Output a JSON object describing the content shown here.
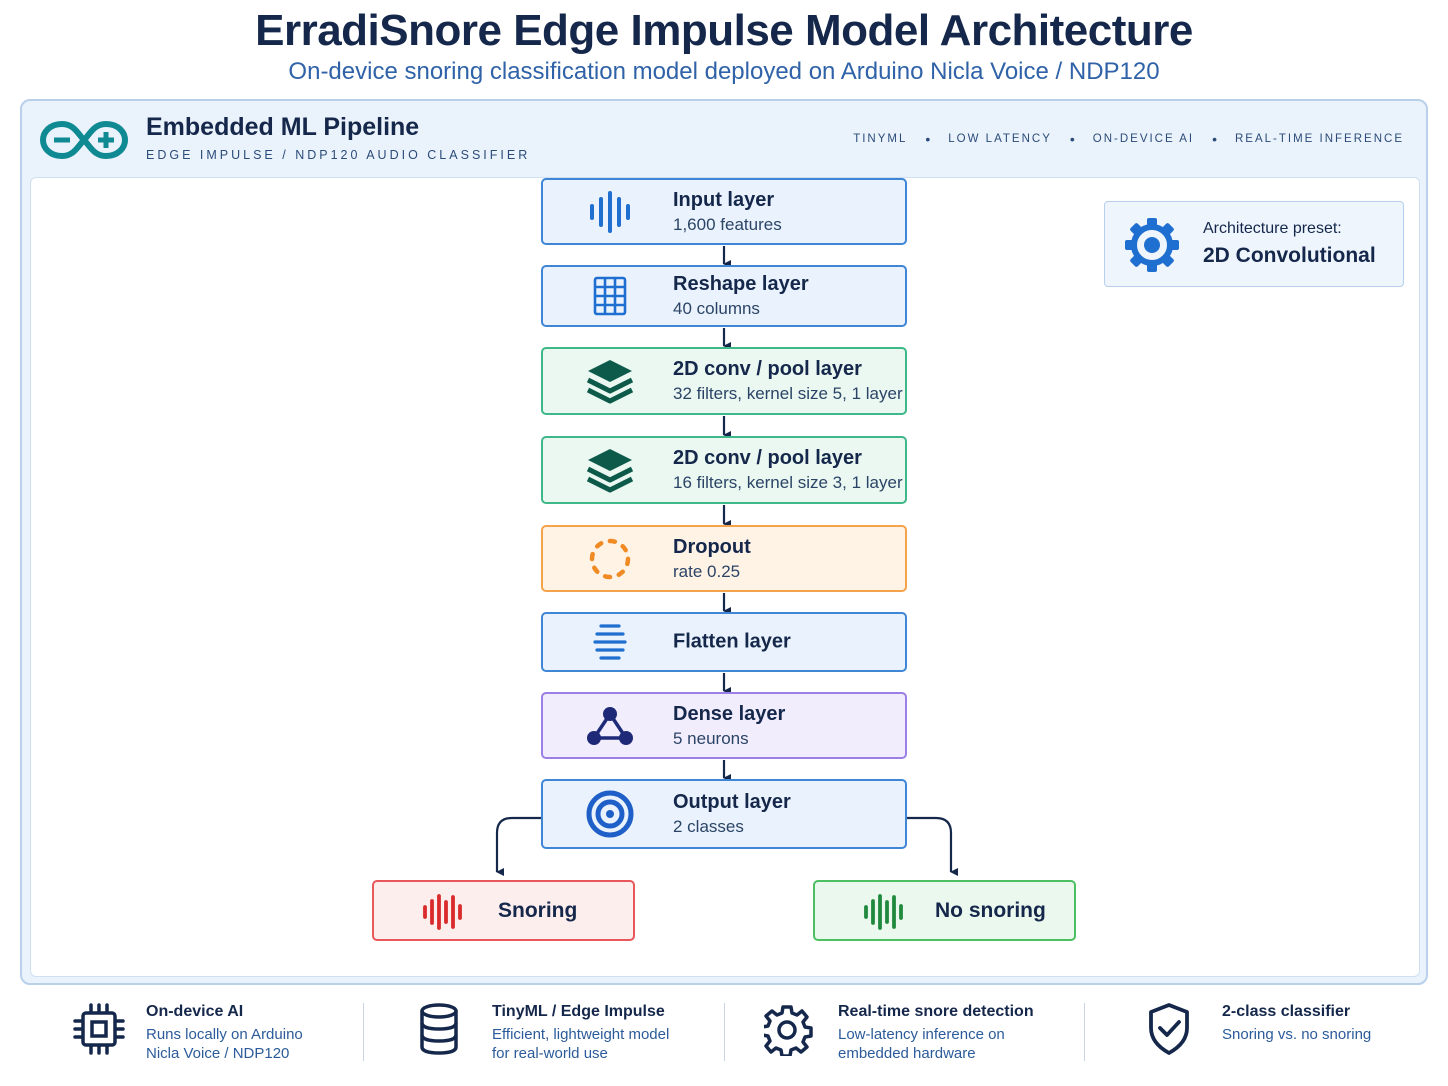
{
  "header": {
    "title": "ErradiSnore Edge Impulse Model Architecture",
    "subtitle": "On-device snoring classification model deployed on Arduino Nicla Voice / NDP120"
  },
  "pipeline": {
    "logo_icon": "arduino-infinity-logo",
    "title": "Embedded ML Pipeline",
    "subtitle": "EDGE IMPULSE / NDP120 AUDIO CLASSIFIER",
    "tags": [
      "TINYML",
      "LOW LATENCY",
      "ON-DEVICE AI",
      "REAL-TIME INFERENCE"
    ],
    "tag_separator": "•"
  },
  "layers": [
    {
      "title": "Input layer",
      "subtitle": "1,600 features",
      "icon": "waveform-icon",
      "color": "#1f6fd1"
    },
    {
      "title": "Reshape layer",
      "subtitle": "40 columns",
      "icon": "grid-icon",
      "color": "#1f6fd1"
    },
    {
      "title": "2D conv / pool layer",
      "subtitle": "32 filters, kernel size 5, 1 layer",
      "icon": "layers-icon",
      "color": "#0e5a4a"
    },
    {
      "title": "2D conv / pool layer",
      "subtitle": "16 filters, kernel size 3, 1 layer",
      "icon": "layers-icon",
      "color": "#0e5a4a"
    },
    {
      "title": "Dropout",
      "subtitle": "rate 0.25",
      "icon": "dashed-circle-icon",
      "color": "#f08a24"
    },
    {
      "title": "Flatten layer",
      "subtitle": "",
      "icon": "lines-icon",
      "color": "#1f6fd1"
    },
    {
      "title": "Dense layer",
      "subtitle": "5 neurons",
      "icon": "network-icon",
      "color": "#1e2a78"
    },
    {
      "title": "Output layer",
      "subtitle": "2 classes",
      "icon": "target-icon",
      "color": "#1f5fc8"
    }
  ],
  "outputs": [
    {
      "label": "Snoring",
      "icon": "waveform-icon",
      "color": "#d92b2b"
    },
    {
      "label": "No snoring",
      "icon": "waveform-icon",
      "color": "#1f8a3e"
    }
  ],
  "preset": {
    "label": "Architecture preset:",
    "value": "2D Convolutional",
    "icon": "gear-icon",
    "color": "#1f6fd1"
  },
  "features": [
    {
      "title": "On-device AI",
      "description": [
        "Runs locally on Arduino",
        "Nicla Voice / NDP120"
      ],
      "icon": "chip-icon"
    },
    {
      "title": "TinyML / Edge Impulse",
      "description": [
        "Efficient, lightweight model",
        "for real-world use"
      ],
      "icon": "database-icon"
    },
    {
      "title": "Real-time snore detection",
      "description": [
        "Low-latency inference on",
        "embedded hardware"
      ],
      "icon": "gear-icon"
    },
    {
      "title": "2-class classifier",
      "description": [
        "Snoring vs. no snoring"
      ],
      "icon": "shield-check-icon"
    }
  ]
}
